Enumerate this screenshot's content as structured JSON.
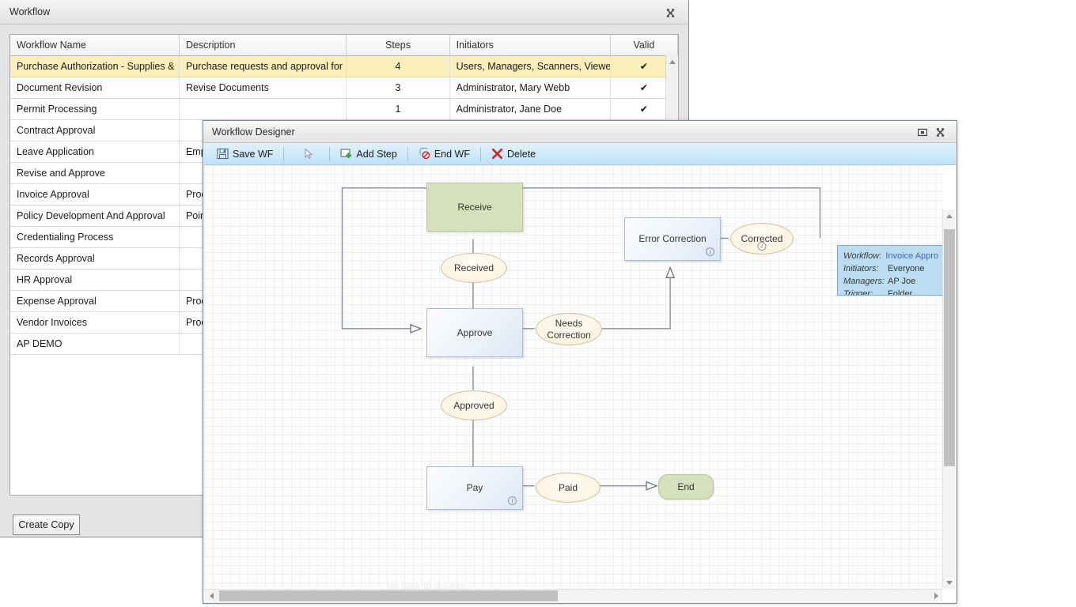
{
  "workflow_window": {
    "title": "Workflow",
    "close_icon": "close-icon",
    "columns": [
      "Workflow Name",
      "Description",
      "Steps",
      "Initiators",
      "Valid"
    ],
    "rows": [
      {
        "name": "Purchase Authorization - Supplies &",
        "description": "Purchase requests and approval for",
        "steps": "4",
        "initiators": "Users, Managers, Scanners, Viewers",
        "valid": "✔",
        "selected": true
      },
      {
        "name": "Document Revision",
        "description": "Revise Documents",
        "steps": "3",
        "initiators": "Administrator, Mary Webb",
        "valid": "✔",
        "selected": false
      },
      {
        "name": "Permit Processing",
        "description": "",
        "steps": "1",
        "initiators": "Administrator, Jane Doe",
        "valid": "✔",
        "selected": false
      },
      {
        "name": "Contract Approval",
        "description": "",
        "steps": "",
        "initiators": "",
        "valid": "",
        "selected": false
      },
      {
        "name": "Leave Application",
        "description": "Empl",
        "steps": "",
        "initiators": "",
        "valid": "",
        "selected": false
      },
      {
        "name": "Revise and Approve",
        "description": "",
        "steps": "",
        "initiators": "",
        "valid": "",
        "selected": false
      },
      {
        "name": "Invoice Approval",
        "description": "Proes",
        "steps": "",
        "initiators": "",
        "valid": "",
        "selected": false
      },
      {
        "name": "Policy Development And Approval",
        "description": "Point",
        "steps": "",
        "initiators": "",
        "valid": "",
        "selected": false
      },
      {
        "name": "Credentialing Process",
        "description": "",
        "steps": "",
        "initiators": "",
        "valid": "",
        "selected": false
      },
      {
        "name": "Records Approval",
        "description": "",
        "steps": "",
        "initiators": "",
        "valid": "",
        "selected": false
      },
      {
        "name": "HR Approval",
        "description": "",
        "steps": "",
        "initiators": "",
        "valid": "",
        "selected": false
      },
      {
        "name": "Expense Approval",
        "description": "Proce",
        "steps": "",
        "initiators": "",
        "valid": "",
        "selected": false
      },
      {
        "name": "Vendor Invoices",
        "description": "Proes",
        "steps": "",
        "initiators": "",
        "valid": "",
        "selected": false
      },
      {
        "name": "AP DEMO",
        "description": "",
        "steps": "",
        "initiators": "",
        "valid": "",
        "selected": false
      }
    ],
    "create_copy_label": "Create Copy"
  },
  "designer_window": {
    "title": "Workflow Designer",
    "restore_icon": "restore-icon",
    "close_icon": "close-icon",
    "toolbar": [
      {
        "label": "Save WF",
        "icon": "save-icon"
      },
      {
        "label": "",
        "icon": "pointer-icon"
      },
      {
        "label": "Add Step",
        "icon": "add-step-icon"
      },
      {
        "label": "End WF",
        "icon": "end-wf-icon"
      },
      {
        "label": "Delete",
        "icon": "delete-icon"
      }
    ],
    "canvas_background_text": "No data to display",
    "info_panel": {
      "rows": [
        {
          "label": "Workflow:",
          "value": "Invoice Appro",
          "is_link": true
        },
        {
          "label": "Initiators:",
          "value": "Everyone",
          "is_link": false
        },
        {
          "label": "Managers:",
          "value": "AP Joe",
          "is_link": false
        },
        {
          "label": "Trigger:",
          "value": "Folder",
          "is_link": false
        }
      ]
    },
    "diagram": {
      "nodes": [
        {
          "id": "receive",
          "label": "Receive",
          "type": "start",
          "info": false
        },
        {
          "id": "received",
          "label": "Received",
          "type": "state",
          "info": false
        },
        {
          "id": "approve",
          "label": "Approve",
          "type": "step",
          "info": false
        },
        {
          "id": "needs_corr",
          "label": "Needs\nCorrection",
          "type": "state",
          "info": false
        },
        {
          "id": "error_corr",
          "label": "Error Correction",
          "type": "step",
          "info": true
        },
        {
          "id": "corrected",
          "label": "Corrected",
          "type": "state",
          "info": true
        },
        {
          "id": "approved",
          "label": "Approved",
          "type": "state",
          "info": false
        },
        {
          "id": "pay",
          "label": "Pay",
          "type": "step",
          "info": true
        },
        {
          "id": "paid",
          "label": "Paid",
          "type": "state",
          "info": false
        },
        {
          "id": "end",
          "label": "End",
          "type": "end",
          "info": false
        }
      ]
    }
  },
  "colors": {
    "start_end_fill": "#d6e0bc",
    "state_fill": "#fdf3e0",
    "step_fill": "#eef3fa",
    "selected_row": "#faeebb",
    "toolbar_blue": "#d3ebfa",
    "info_panel_blue": "#bcdcf2",
    "link_blue": "#3f63c4"
  }
}
